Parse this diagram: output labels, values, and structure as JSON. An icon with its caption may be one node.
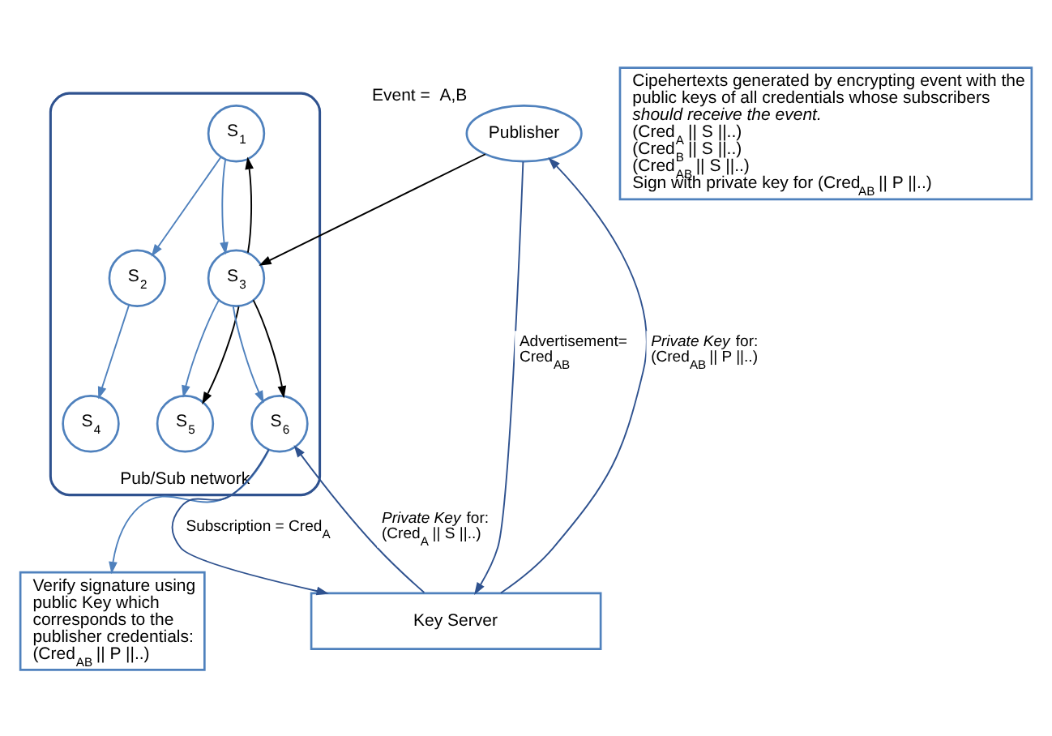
{
  "diagram": {
    "nodes": [
      {
        "text": [
          "Pub/Sub network"
        ]
      },
      {
        "text": [
          "S$_{1}$"
        ],
        "in": 0
      },
      {
        "text": [
          "S$_{2}$"
        ],
        "in": 0
      },
      {
        "text": [
          "S$_{3}$"
        ],
        "in": 0
      },
      {
        "text": [
          "S$_{4}$"
        ],
        "in": 0
      },
      {
        "text": [
          "S$_{5}$"
        ],
        "in": 0
      },
      {
        "text": [
          "S$_{6}$"
        ],
        "in": 0
      },
      {
        "text": [
          "*Cipehertexts generated by encrypting event with the public keys of all credentials whose subscribers should receive the event.*",
          "(Cred$_{A}$ || S ||..)",
          "(Cred$_{B}$ || S ||..)",
          "(Cred$_{AB}$ || S ||..)",
          "Sign with private key for (Cred$_{AB}$ || P ||..)"
        ]
      },
      {
        "text": [
          "Publisher"
        ],
        "beside": [
          "Event =  A,B"
        ]
      },
      {
        "text": [
          "Verify signature using public Key which corresponds to the publisher credentials: (Cred$_{AB}$ || P ||..)"
        ]
      },
      {
        "text": [
          "Key Server"
        ]
      }
    ],
    "edges": [
      {
        "from": 1,
        "to": 2,
        "arrow": "to"
      },
      {
        "from": 1,
        "to": 3,
        "arrow": "to"
      },
      {
        "from": 3,
        "to": 1,
        "arrow": "to",
        "color": "#000000"
      },
      {
        "from": 2,
        "to": 4,
        "arrow": "to"
      },
      {
        "from": 3,
        "to": 5,
        "arrow": "to"
      },
      {
        "from": 3,
        "to": 5,
        "arrow": "to",
        "color": "#000000"
      },
      {
        "from": 3,
        "to": 6,
        "arrow": "to"
      },
      {
        "from": 3,
        "to": 6,
        "arrow": "to",
        "color": "#000000"
      },
      {
        "from": 8,
        "to": 3,
        "arrow": "to",
        "color": "#000000"
      },
      {
        "from": 6,
        "to": 9,
        "arrow": "to"
      },
      {
        "from": 10,
        "to": 6,
        "arrow": "to",
        "label": "*Private Key* for: (Cred$_{A}$ || S ||..)",
        "color": "#2f528f"
      },
      {
        "from": 6,
        "to": 10,
        "arrow": "to",
        "label": "Subscription = Cred$_{A}$",
        "color": "#2f528f"
      },
      {
        "from": 10,
        "to": 8,
        "arrow": "to",
        "label": "*Private Key* for: (Cred$_{AB}$ || P ||..)",
        "color": "#2f528f"
      },
      {
        "from": 8,
        "to": 10,
        "arrow": "to",
        "label": "Advertisement=  Cred$_{AB}$",
        "color": "#2f528f"
      }
    ]
  }
}
